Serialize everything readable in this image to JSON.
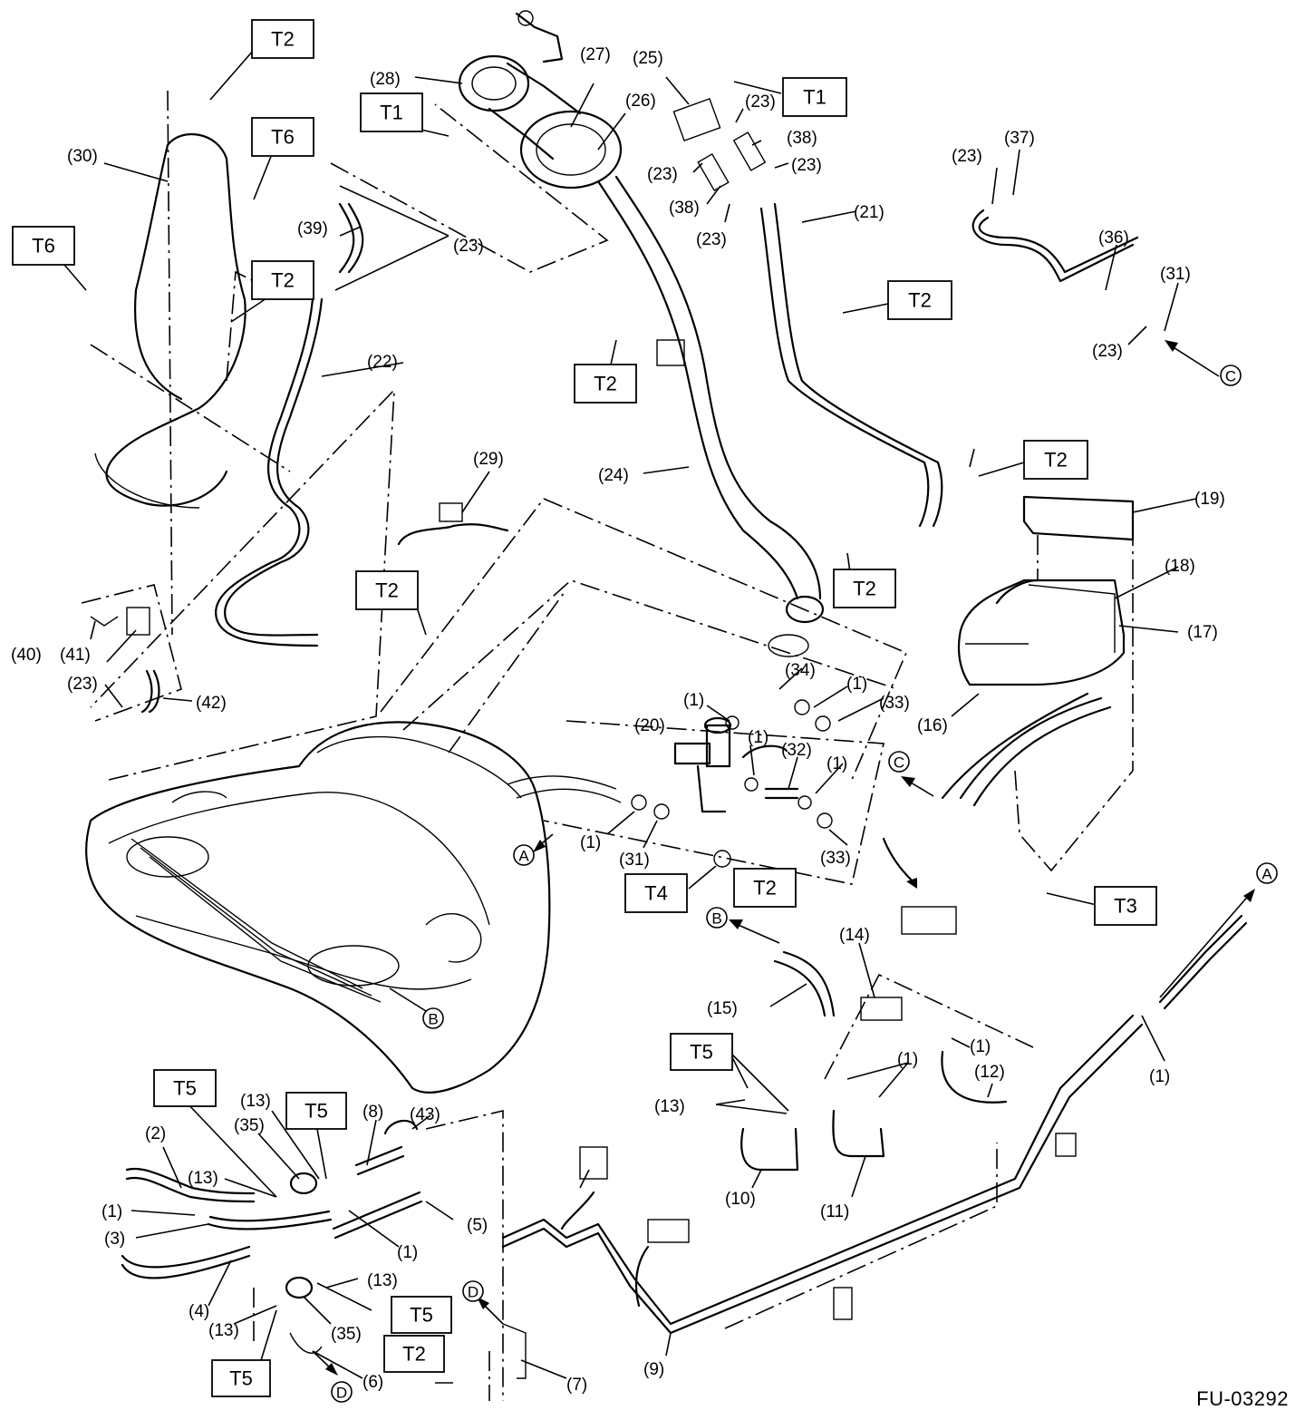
{
  "figure_id": "FU-03292",
  "labels": [
    "(1)",
    "(2)",
    "(3)",
    "(4)",
    "(5)",
    "(6)",
    "(7)",
    "(8)",
    "(9)",
    "(10)",
    "(11)",
    "(12)",
    "(13)",
    "(14)",
    "(15)",
    "(16)",
    "(17)",
    "(18)",
    "(19)",
    "(20)",
    "(21)",
    "(22)",
    "(23)",
    "(24)",
    "(25)",
    "(26)",
    "(27)",
    "(28)",
    "(29)",
    "(30)",
    "(31)",
    "(32)",
    "(33)",
    "(34)",
    "(35)",
    "(36)",
    "(37)",
    "(38)",
    "(39)",
    "(40)",
    "(41)",
    "(42)",
    "(43)"
  ],
  "torque_callouts": [
    "T1",
    "T2",
    "T3",
    "T4",
    "T5",
    "T6"
  ],
  "connection_markers": [
    "A",
    "B",
    "C",
    "D"
  ]
}
